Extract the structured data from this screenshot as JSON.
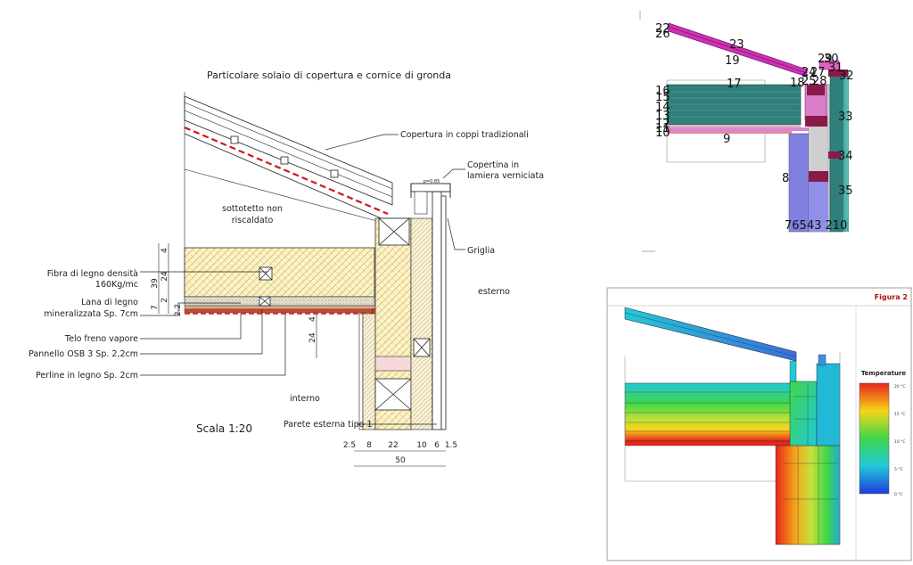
{
  "drawing": {
    "title": "Particolare solaio di copertura e cornice di gronda",
    "scale": "Scala 1:20",
    "labels": {
      "roof_cover": "Copertura in coppi tradizionali",
      "coping_1": "Copertina in",
      "coping_2": "lamiera verniciata",
      "attic_1": "sottotetto non",
      "attic_2": "riscaldato",
      "grille": "Griglia",
      "exterior": "esterno",
      "interior": "interno",
      "fiber_1": "Fibra di legno densità",
      "fiber_2": "160Kg/mc",
      "wool_1": "Lana di legno",
      "wool_2": "mineralizzata Sp. 7cm",
      "vapour": "Telo freno vapore",
      "osb": "Pannello OSB 3 Sp. 2,2cm",
      "planks": "Perline in legno Sp. 2cm",
      "wall": "Parete esterna tipo 1",
      "p_mark": "p=0.85"
    },
    "dims_vertical": [
      "4",
      "24",
      "39",
      "2",
      "7",
      "2.2",
      "4",
      "24"
    ],
    "dims_horizontal": [
      "2.5",
      "8",
      "22",
      "10",
      "6",
      "1.5"
    ],
    "dim_total": "50"
  },
  "model": {
    "numbers_left": [
      "22",
      "26",
      "16",
      "15",
      "14",
      "13",
      "12",
      "11",
      "10"
    ],
    "numbers_inner": [
      "23",
      "19",
      "17",
      "9",
      "8",
      "18"
    ],
    "numbers_right": [
      "29",
      "30",
      "24",
      "27",
      "25",
      "28",
      "31",
      "32",
      "33",
      "34",
      "35"
    ],
    "numbers_bottom": "76543 210"
  },
  "thermal": {
    "figure_label": "Figura 2",
    "legend_title": "Temperature",
    "legend_ticks": [
      "20 °C",
      "15 °C",
      "10 °C",
      "5 °C",
      "0 °C"
    ],
    "colors": {
      "hot": "#e8251b",
      "warm": "#f5d51a",
      "mid": "#3fd74a",
      "cool": "#22c8d8",
      "cold": "#1d3ce0"
    }
  }
}
